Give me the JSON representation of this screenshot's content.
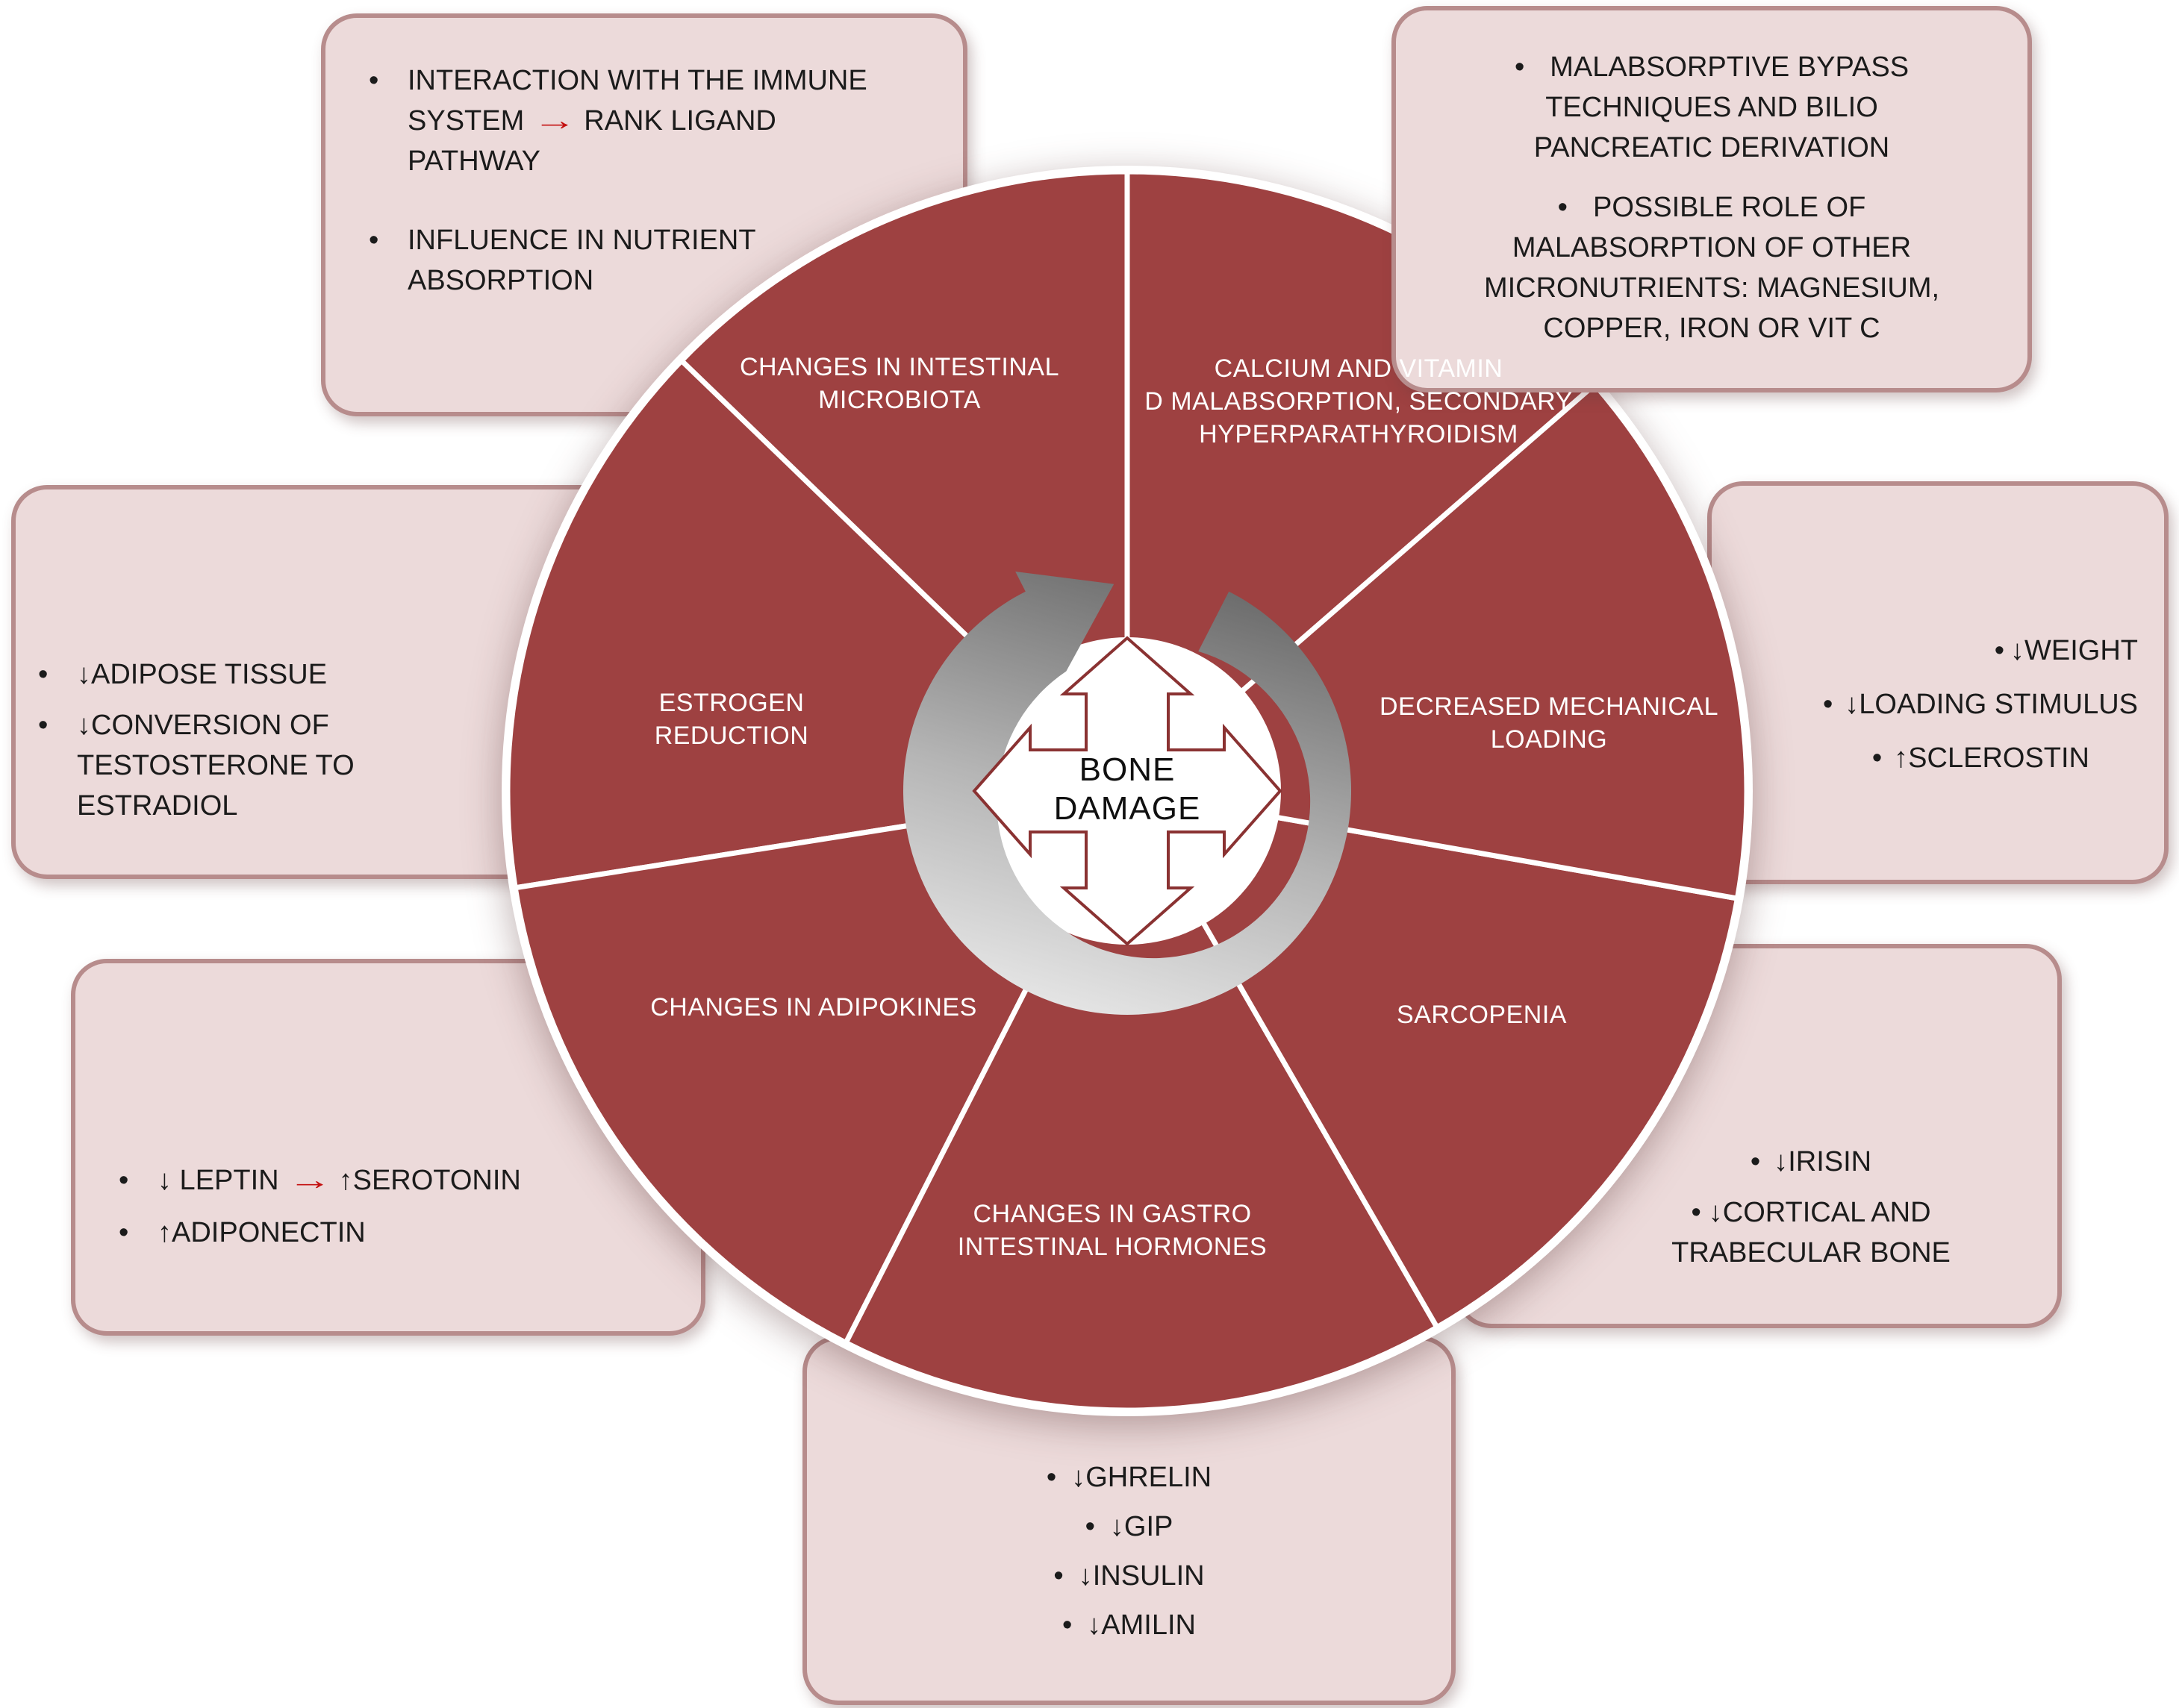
{
  "ui": {
    "bullet": "•"
  },
  "center": {
    "label": "BONE\nDAMAGE"
  },
  "wedges": [
    {
      "id": "intestinal-microbiota",
      "label": "CHANGES IN INTESTINAL\nMICROBIOTA"
    },
    {
      "id": "calcium-vitamin-d",
      "label": "CALCIUM AND VITAMIN\nD MALABSORPTION, SECONDARY\nHYPERPARATHYROIDISM"
    },
    {
      "id": "decreased-mechanical-loading",
      "label": "DECREASED MECHANICAL\nLOADING"
    },
    {
      "id": "sarcopenia",
      "label": "SARCOPENIA"
    },
    {
      "id": "gastro-intestinal-hormones",
      "label": "CHANGES IN GASTRO\nINTESTINAL HORMONES"
    },
    {
      "id": "adipokines",
      "label": "CHANGES IN ADIPOKINES"
    },
    {
      "id": "estrogen-reduction",
      "label": "ESTROGEN\nREDUCTION"
    }
  ],
  "boxes": {
    "top_left": {
      "item1_before": "INTERACTION WITH THE IMMUNE SYSTEM",
      "item1_arrow": "→",
      "item1_after": "RANK LIGAND PATHWAY",
      "item2": "INFLUENCE IN NUTRIENT\nABSORPTION"
    },
    "top_right": {
      "item1": "MALABSORPTIVE BYPASS\nTECHNIQUES AND BILIO\nPANCREATIC DERIVATION",
      "item2": "POSSIBLE ROLE OF\nMALABSORPTION OF OTHER\nMICRONUTRIENTS: MAGNESIUM,\nCOPPER, IRON OR VIT C"
    },
    "left": {
      "item1": "↓ADIPOSE TISSUE",
      "item2": "↓CONVERSION OF\nTESTOSTERONE TO\nESTRADIOL"
    },
    "right": {
      "item1": "↓WEIGHT",
      "item2": "↓LOADING STIMULUS",
      "item3": "↑SCLEROSTIN"
    },
    "bottom_left": {
      "item1_before": "↓ LEPTIN",
      "item1_arrow": "→",
      "item1_after": "↑SEROTONIN",
      "item2": "↑ADIPONECTIN"
    },
    "bottom_right": {
      "item1": "↓IRISIN",
      "item2": "↓CORTICAL AND\nTRABECULAR BONE"
    },
    "bottom": {
      "item1": "↓GHRELIN",
      "item2": "↓GIP",
      "item3": "↓INSULIN",
      "item4": "↓AMILIN"
    }
  },
  "colors": {
    "wedge_fill": "#9e4141",
    "box_fill": "#ecdada",
    "box_border": "#b78c8c",
    "wedge_label_text": "#ffffff",
    "body_text": "#1b1b1b",
    "red_arrow": "#c41111",
    "ring_gray_dark": "#6a6a6a",
    "ring_gray_light": "#e6e6e6"
  }
}
